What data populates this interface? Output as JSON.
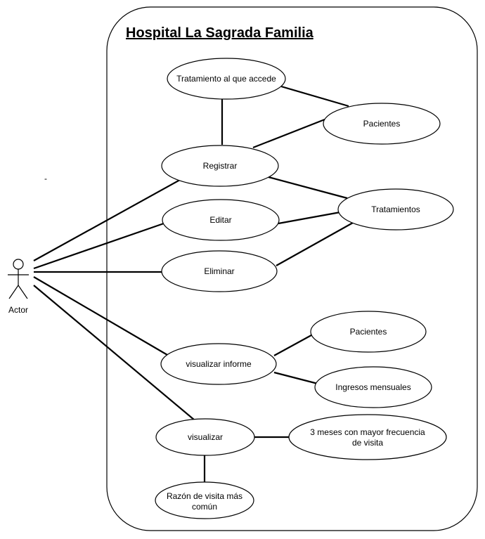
{
  "system": {
    "title": "Hospital La Sagrada Familia"
  },
  "actor": {
    "label": "Actor"
  },
  "stray_mark": "-",
  "use_cases": {
    "tratamiento_al_que_accede": "Tratamiento al que accede",
    "pacientes_top": "Pacientes",
    "registrar": "Registrar",
    "tratamientos": "Tratamientos",
    "editar": "Editar",
    "eliminar": "Eliminar",
    "pacientes_informe": "Pacientes",
    "visualizar_informe": "visualizar informe",
    "ingresos_mensuales": "Ingresos mensuales",
    "visualizar": "visualizar",
    "tres_meses_line1": "3 meses con mayor frecuencia",
    "tres_meses_line2": "de visita",
    "razon_line1": "Razón de visita más",
    "razon_line2": "común"
  }
}
